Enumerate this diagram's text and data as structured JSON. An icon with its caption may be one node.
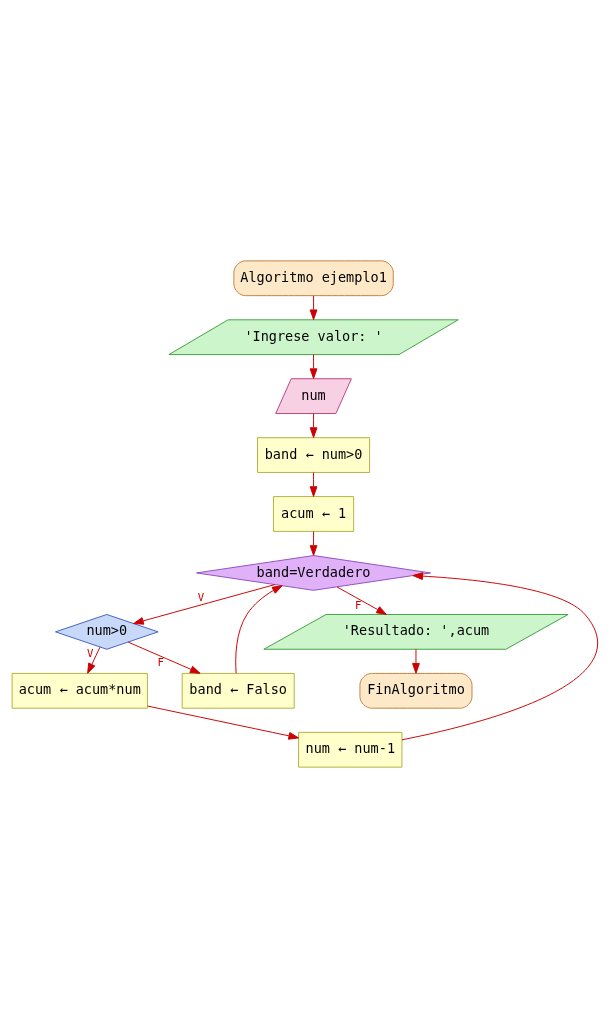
{
  "diagram": {
    "nodes": [
      {
        "text": [
          "Algoritmo ejemplo1"
        ]
      },
      {
        "text": [
          "'Ingrese valor: '"
        ]
      },
      {
        "text": [
          "num"
        ]
      },
      {
        "text": [
          "band ← num>0"
        ]
      },
      {
        "text": [
          "acum ← 1"
        ]
      },
      {
        "text": [
          "band=Verdadero"
        ]
      },
      {
        "text": [
          "num>0"
        ]
      },
      {
        "text": [
          "band ← Falso"
        ]
      },
      {
        "text": [
          "acum ← acum*num"
        ]
      },
      {
        "text": [
          "num ← num-1"
        ]
      },
      {
        "text": [
          "'Resultado: ',acum"
        ]
      },
      {
        "text": [
          "FinAlgoritmo"
        ]
      }
    ],
    "edges": [
      {
        "from": 0,
        "to": 1,
        "arrow": "to"
      },
      {
        "from": 1,
        "to": 2,
        "arrow": "to"
      },
      {
        "from": 2,
        "to": 3,
        "arrow": "to"
      },
      {
        "from": 3,
        "to": 4,
        "arrow": "to"
      },
      {
        "from": 4,
        "to": 5,
        "arrow": "to"
      },
      {
        "from": 5,
        "to": 6,
        "arrow": "to",
        "label": "V"
      },
      {
        "from": 6,
        "to": 7,
        "arrow": "to",
        "label": "F"
      },
      {
        "from": 6,
        "to": 8,
        "arrow": "to",
        "label": "V"
      },
      {
        "from": 8,
        "to": 9,
        "arrow": "to"
      },
      {
        "from": 7,
        "to": 5,
        "arrow": "to"
      },
      {
        "from": 9,
        "to": 5,
        "arrow": "to"
      },
      {
        "from": 5,
        "to": 10,
        "arrow": "to",
        "label": "F"
      },
      {
        "from": 10,
        "to": 11,
        "arrow": "to"
      }
    ]
  }
}
